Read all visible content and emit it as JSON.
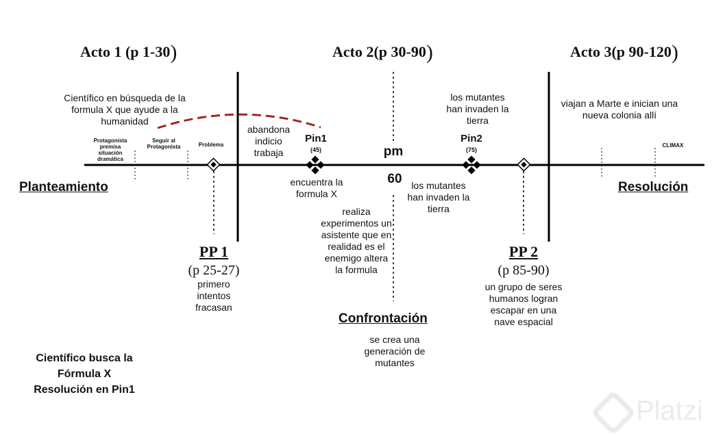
{
  "acts": [
    {
      "label": "Acto 1 (p 1-30",
      "paren": ")"
    },
    {
      "label": "Acto 2(p 30-90",
      "paren": ")"
    },
    {
      "label": "Acto 3(p 90-120",
      "paren": ")"
    }
  ],
  "phases": {
    "planteamiento": "Planteamiento",
    "resolucion": "Resolución",
    "confrontacion": "Confrontación"
  },
  "act1": {
    "desc": "Científico en búsqueda de la formula X que ayude a la humanidad",
    "protagonista": "Protagonista premisa situación dramática",
    "seguir": "Seguir al Protagonista",
    "problema": "Problema"
  },
  "pp1": {
    "title": "PP 1",
    "range": "(p 25-27)",
    "desc": "primero intentos fracasan"
  },
  "act2": {
    "abandona": "abandona indicio trabaja",
    "pin1_title": "Pin1",
    "pin1_page": "(45)",
    "pin1_desc": "encuentra la formula X",
    "pm": "pm",
    "pm_page": "60",
    "mutantes_bottom": "los mutantes han invaden la tierra",
    "realiza": "realiza experimentos un asistente que en realidad es el enemigo altera la formula",
    "mutantes_top": "los mutantes han invaden la tierra",
    "pin2_title": "Pin2",
    "pin2_page": "(75)",
    "confrontacion_desc": "se crea una generación de mutantes"
  },
  "pp2": {
    "title": "PP 2",
    "range": "(p 85-90)",
    "desc": "un grupo de seres humanos logran escapar en una nave espacial"
  },
  "act3": {
    "desc": "viajan a Marte e inician una nueva colonia allí",
    "climax": "CLIMAX"
  },
  "summary": {
    "line1": "Científico busca la",
    "line2": "Fórmula X",
    "line3": "Resolución en Pin1"
  },
  "watermark": "Platzi",
  "colors": {
    "line": "#000000",
    "arc": "#a3261c",
    "watermark": "#e9ecef"
  }
}
